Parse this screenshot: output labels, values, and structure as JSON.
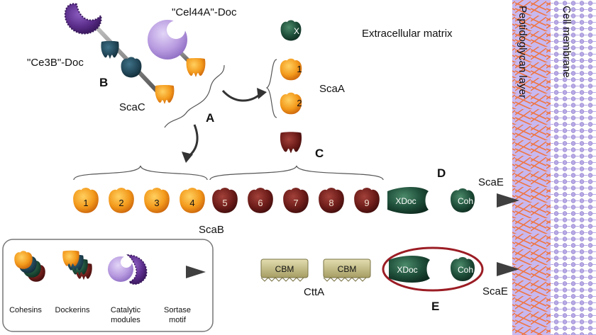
{
  "labels": {
    "cel44a_doc": "\"Cel44A\"-Doc",
    "ce3b_doc": "\"Ce3B\"-Doc",
    "extracellular_matrix": "Extracellular matrix",
    "peptidoglycan_layer": "Peptidoglycan layer",
    "cell_membrane": "Cell membrane",
    "scaA": "ScaA",
    "scaB": "ScaB",
    "scaC": "ScaC",
    "scaE_top": "ScaE",
    "scaE_bottom": "ScaE",
    "cttA": "CttA",
    "letter_A": "A",
    "letter_B": "B",
    "letter_C": "C",
    "letter_D": "D",
    "letter_E": "E",
    "x_module": "X",
    "xdoc_top": "XDoc",
    "xdoc_bottom": "XDoc",
    "coh_top": "Coh",
    "coh_bottom": "Coh",
    "cbm_1": "CBM",
    "cbm_2": "CBM"
  },
  "scaA_cohesins": [
    "1",
    "2"
  ],
  "scaB_orange_cohesins": [
    "1",
    "2",
    "3",
    "4"
  ],
  "scaB_brown_cohesins": [
    "5",
    "6",
    "7",
    "8",
    "9"
  ],
  "legend": {
    "cohesins": "Cohesins",
    "dockerins": "Dockerins",
    "catalytic": "Catalytic",
    "modules": "modules",
    "sortase": "Sortase",
    "motif": "motif"
  },
  "colors": {
    "orange": "#f39a1c",
    "brown": "#6e1d1a",
    "dark_green": "#1f4f3a",
    "teal": "#23495a",
    "purple": "#5b2d8a",
    "lavender": "#b89be0",
    "cbm": "#c7c08a",
    "peptidoglycan": "#f08a5a",
    "membrane": "#b7a8e6",
    "highlight": "#9b1c24"
  }
}
